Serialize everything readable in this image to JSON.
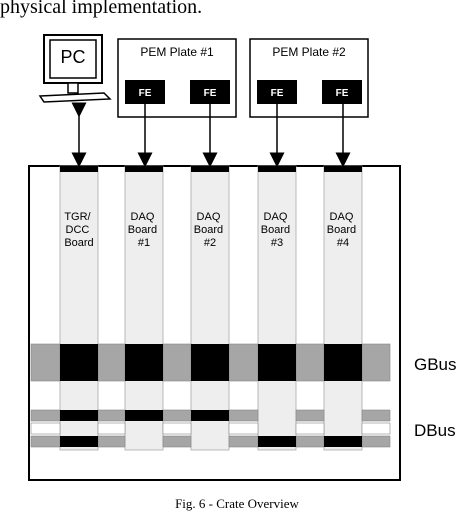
{
  "top_text": "physical implementation.",
  "pc_label": "PC",
  "pem_plates": [
    {
      "title": "PEM Plate #1",
      "fe_labels": [
        "FE",
        "FE"
      ]
    },
    {
      "title": "PEM Plate #2",
      "fe_labels": [
        "FE",
        "FE"
      ]
    }
  ],
  "boards": [
    {
      "lines": [
        "TGR/",
        "DCC",
        "Board"
      ]
    },
    {
      "lines": [
        "DAQ",
        "Board",
        "#1"
      ]
    },
    {
      "lines": [
        "DAQ",
        "Board",
        "#2"
      ]
    },
    {
      "lines": [
        "DAQ",
        "Board",
        "#3"
      ]
    },
    {
      "lines": [
        "DAQ",
        "Board",
        "#4"
      ]
    }
  ],
  "bus_labels": {
    "gbus": "GBus",
    "dbus": "DBus"
  },
  "caption": "Fig.  6 - Crate Overview",
  "colors": {
    "black": "#000000",
    "board_fill": "#eeeeee",
    "gbus_gray": "#a6a6a6",
    "dbus_gray": "#a6a6a6"
  }
}
